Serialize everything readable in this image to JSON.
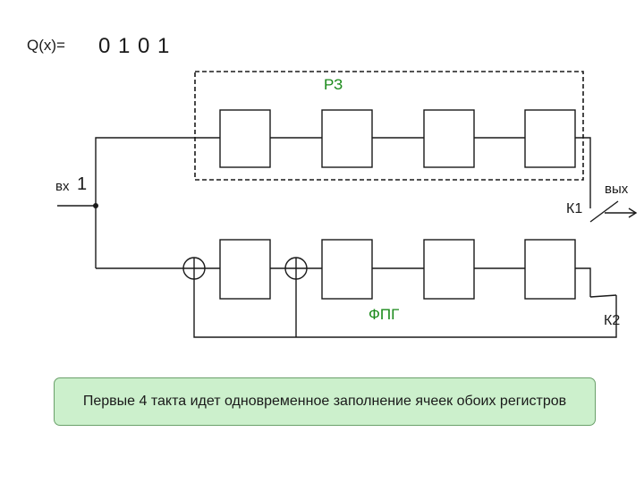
{
  "labels": {
    "q_label": "Q(x)=",
    "q_bits": "0 1 0 1",
    "rz": "РЗ",
    "input_prefix": "вх",
    "input_number": "1",
    "output": "вых",
    "k1": "К1",
    "k2": "К2",
    "fpg": "ФПГ"
  },
  "note": "Первые 4 такта идет одновременное заполнение ячеек обоих регистров",
  "colors": {
    "line": "#1a1a1a",
    "register_label": "#1a8a1a",
    "note_fill": "#ccf0cc",
    "note_border": "#6aa06a"
  }
}
